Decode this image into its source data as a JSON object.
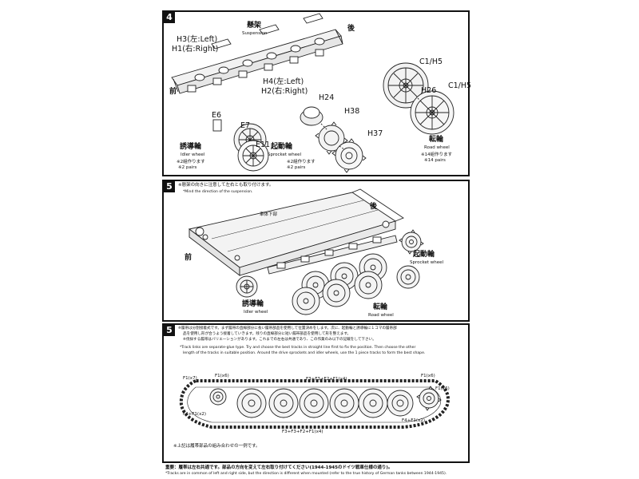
{
  "step4": {
    "number": "4",
    "suspension_jp": "懸架",
    "suspension_en": "Suspension",
    "rear": "後",
    "front": "前",
    "h3": "H3(左:Left)",
    "h1": "H1(右:Right)",
    "h4": "H4(左:Left)",
    "h2": "H2(右:Right)",
    "c1h5_a": "C1/H5",
    "c1h5_b": "C1/H5",
    "h26": "H26",
    "h24": "H24",
    "h38": "H38",
    "h37": "H37",
    "e6": "E6",
    "e7": "E7",
    "e11": "E11",
    "idler_jp": "誘導輪",
    "idler_en": "Idler wheel",
    "idler_make_jp": "※2組作ります",
    "idler_make_en": "※2 pairs",
    "sprocket_jp": "起動輪",
    "sprocket_en": "Sprocket wheel",
    "sprocket_make_jp": "※2組作ります",
    "sprocket_make_en": "※2 pairs",
    "road_jp": "転輪",
    "road_en": "Road wheel",
    "road_make_jp": "※14組作ります",
    "road_make_en": "※14 pairs"
  },
  "step5": {
    "number": "5",
    "note_jp": "※懸架の向きに注意して左右とも取り付けます。",
    "note_en": "*Mind the direction of the suspension.",
    "hull_jp": "車体下部",
    "rear": "後",
    "front": "前",
    "sprocket_jp": "起動輪",
    "sprocket_en": "Sprocket wheel",
    "idler_jp": "誘導輪",
    "idler_en": "Idler wheel",
    "road_jp": "転輪",
    "road_en": "Road wheel"
  },
  "step6": {
    "number": "5",
    "note_jp_1": "※履帯は分割接着式です。まず履帯の直線部分に長い履帯部品を使用して位置決めをします。次に、起動輪と誘導輪に１コマの履帯部",
    "note_jp_2": "品を使用し形が合うよう接着していきます。残りの直線部分に短い履帯部品を使用して形を整えます。",
    "note_jp_3": "※伐採する履帯はバリエーションがあります。これまでの左右は共通であり、この作業のみ以下の記載をして下さい。",
    "note_en_1": "*Track links are separate-glue type. Try and choose the best tracks in straight line first to fix the position. Then choose the other",
    "note_en_2": "length of the tracks in suitable position. Around the drive sprockets and idler wheels, use the 1 piece tracks to form the best shape.",
    "f1x7": "F1(x7)",
    "f1x6_left": "F1(x6)",
    "f1x6_right": "F1(x6)",
    "f1x6_right2": "F1(x6)",
    "f4f1x2_left": "F4+F1(x2)",
    "f4f1x2_right": "F4+F1(x2)",
    "f3_top": "F3+F3+F2+F1(x4)",
    "f3_bottom": "F3+F3+F2+F1(x4)",
    "lr_note": "※上記は履帯部品の組み合わせの一例です。"
  },
  "footer": {
    "warning_jp": "重要：履帯は左右共通です。部品の方向を変えて左右取り付けてください(1944-1945のドイツ戦車仕様の通り)。",
    "warning_en": "*Tracks are in common of left and right side, but the direction is different when mounted (refer to the true history of German tanks between 1944-1945)."
  }
}
